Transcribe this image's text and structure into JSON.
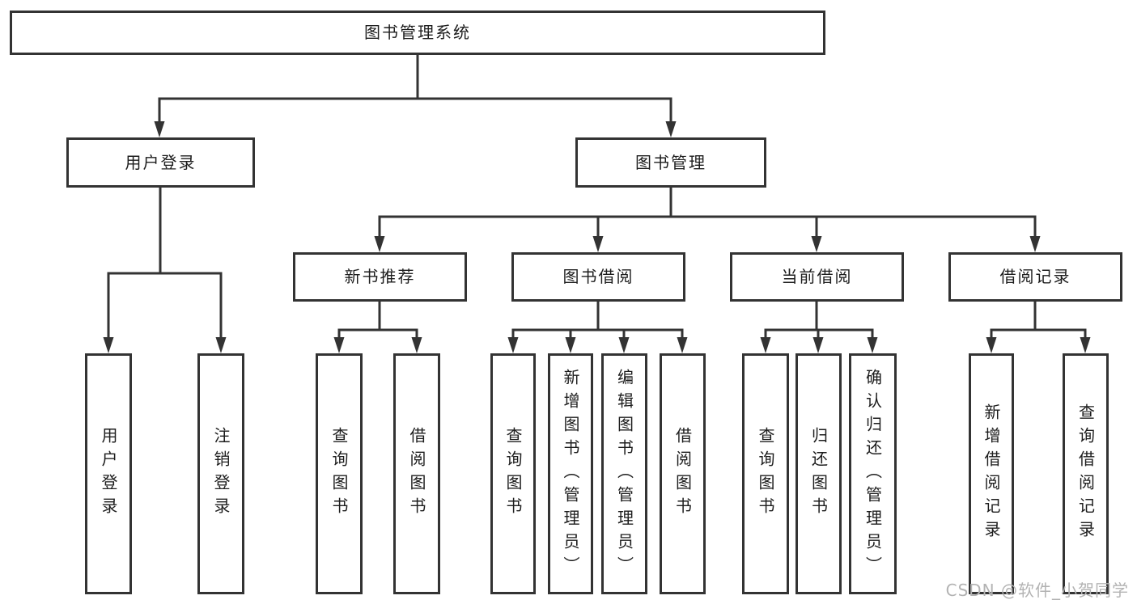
{
  "tree": {
    "root": {
      "label": "图书管理系统"
    },
    "branches": [
      {
        "label": "用户登录",
        "children": [
          {
            "label": "用户登录"
          },
          {
            "label": "注销登录"
          }
        ]
      },
      {
        "label": "图书管理",
        "children": [
          {
            "label": "新书推荐",
            "children": [
              {
                "label": "查询图书"
              },
              {
                "label": "借阅图书"
              }
            ]
          },
          {
            "label": "图书借阅",
            "children": [
              {
                "label": "查询图书"
              },
              {
                "label": "新增图书（管理员）"
              },
              {
                "label": "编辑图书（管理员）"
              },
              {
                "label": "借阅图书"
              }
            ]
          },
          {
            "label": "当前借阅",
            "children": [
              {
                "label": "查询图书"
              },
              {
                "label": "归还图书"
              },
              {
                "label": "确认归还（管理员）"
              }
            ]
          },
          {
            "label": "借阅记录",
            "children": [
              {
                "label": "新增借阅记录"
              },
              {
                "label": "查询借阅记录"
              }
            ]
          }
        ]
      }
    ]
  },
  "watermark": "CSDN @软件_小贺同学",
  "colors": {
    "line": "#333333",
    "box_border": "#333333",
    "text": "#1d1d1d",
    "watermark": "#b3b3b3"
  }
}
